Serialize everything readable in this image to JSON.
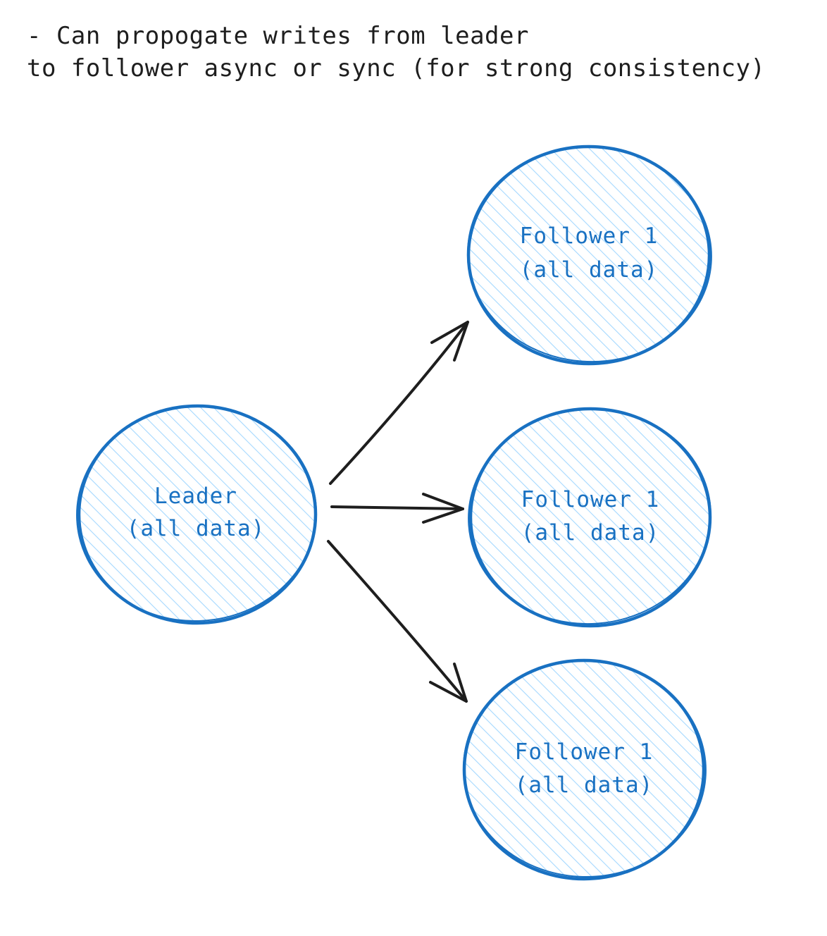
{
  "note": {
    "lines": [
      "- Can propogate writes from leader",
      "to follower async or sync (for strong consistency)"
    ]
  },
  "colors": {
    "stroke": "#1971c2",
    "hatch": "#a5d8ff",
    "label": "#1971c2",
    "arrow": "#1e1e1e",
    "text": "#1e1e1e"
  },
  "nodes": [
    {
      "id": "leader",
      "line1": "Leader",
      "line2": "(all data)"
    },
    {
      "id": "follower-top",
      "line1": "Follower 1",
      "line2": "(all data)"
    },
    {
      "id": "follower-middle",
      "line1": "Follower 1",
      "line2": "(all data)"
    },
    {
      "id": "follower-bottom",
      "line1": "Follower 1",
      "line2": "(all data)"
    }
  ],
  "edges": [
    {
      "from": "leader",
      "to": "follower-top"
    },
    {
      "from": "leader",
      "to": "follower-middle"
    },
    {
      "from": "leader",
      "to": "follower-bottom"
    }
  ]
}
